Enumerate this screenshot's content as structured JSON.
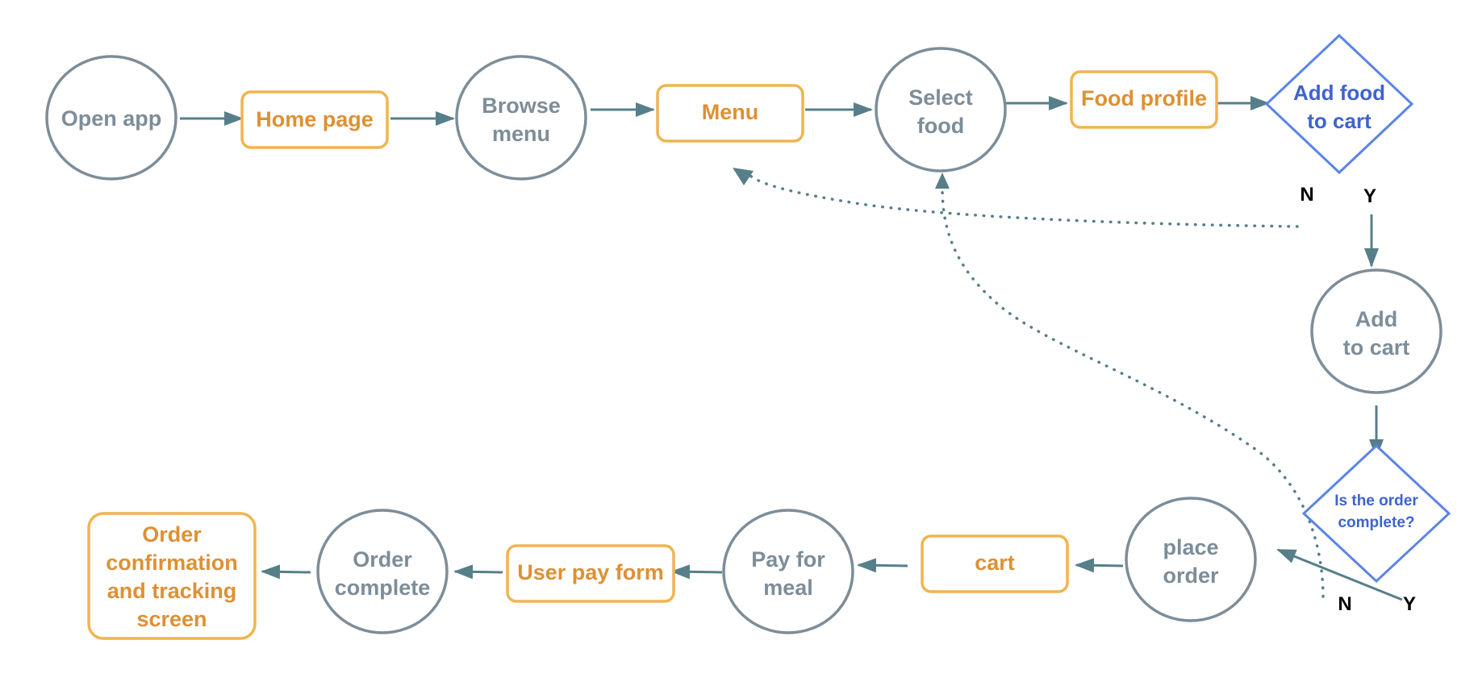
{
  "colors": {
    "circle": "#7d8d99",
    "box": "#f0b450",
    "box_text": "#de9033",
    "decision": "#5b84e6",
    "decision_text": "#3d63cf",
    "arrow": "#567f89",
    "branch_label": "#000000"
  },
  "nodes": {
    "open_app": "Open app",
    "home_page": "Home page",
    "browse_menu": [
      "Browse",
      "menu"
    ],
    "menu": "Menu",
    "select_food": [
      "Select",
      "food"
    ],
    "food_profile": "Food profile",
    "add_food_to_cart": [
      "Add food",
      "to cart"
    ],
    "add_to_cart": [
      "Add",
      "to cart"
    ],
    "order_complete_decision": [
      "Is the order",
      "complete?"
    ],
    "place_order": [
      "place",
      "order"
    ],
    "cart": "cart",
    "pay_for_meal": [
      "Pay for",
      "meal"
    ],
    "user_pay_form": "User pay form",
    "order_complete": [
      "Order",
      "complete"
    ],
    "order_confirmation": [
      "Order",
      "confirmation",
      "and tracking",
      "screen"
    ]
  },
  "branches": {
    "add_food_no": "N",
    "add_food_yes": "Y",
    "order_no": "N",
    "order_yes": "Y"
  }
}
